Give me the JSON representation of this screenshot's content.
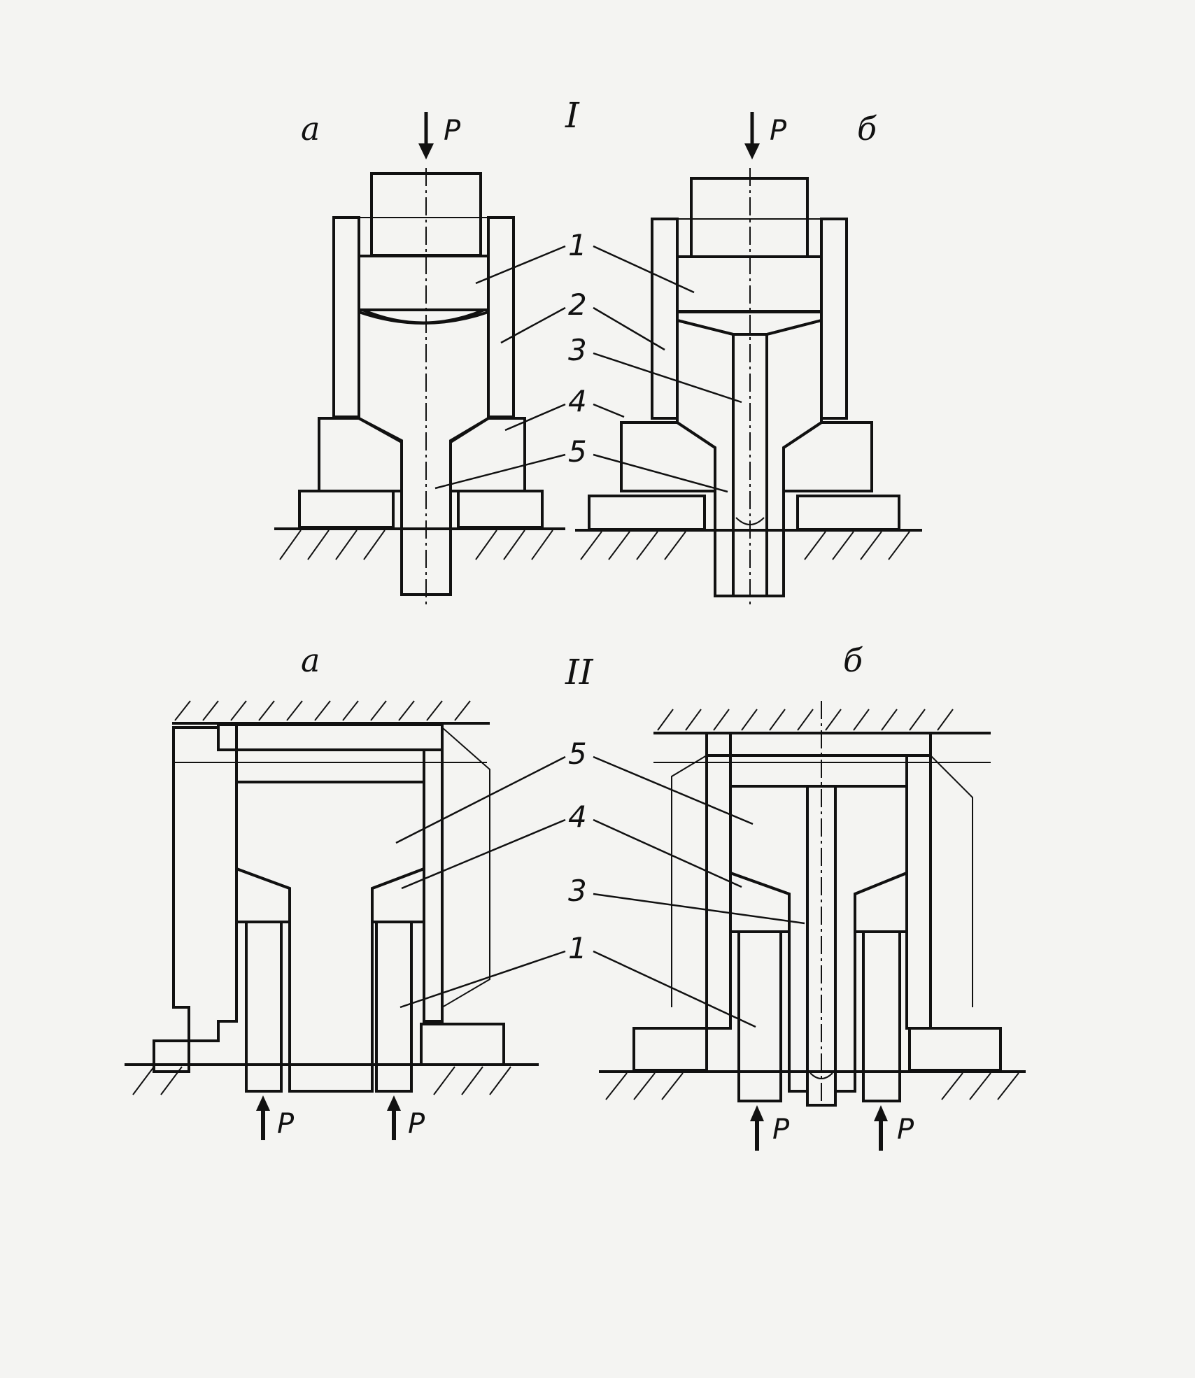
{
  "figure": {
    "panels": [
      {
        "roman": "I",
        "left_label": "а",
        "right_label": "б",
        "force_label": "P",
        "numbers": [
          "1",
          "2",
          "3",
          "4",
          "5"
        ]
      },
      {
        "roman": "II",
        "left_label": "а",
        "right_label": "б",
        "force_label": "P",
        "numbers": [
          "5",
          "4",
          "3",
          "1"
        ]
      }
    ]
  },
  "colors": {
    "ink": "#111111",
    "paper": "#f4f4f2"
  },
  "icons": {
    "force_arrow": "arrow-down / arrow-up",
    "ground": "hatched-ground"
  }
}
